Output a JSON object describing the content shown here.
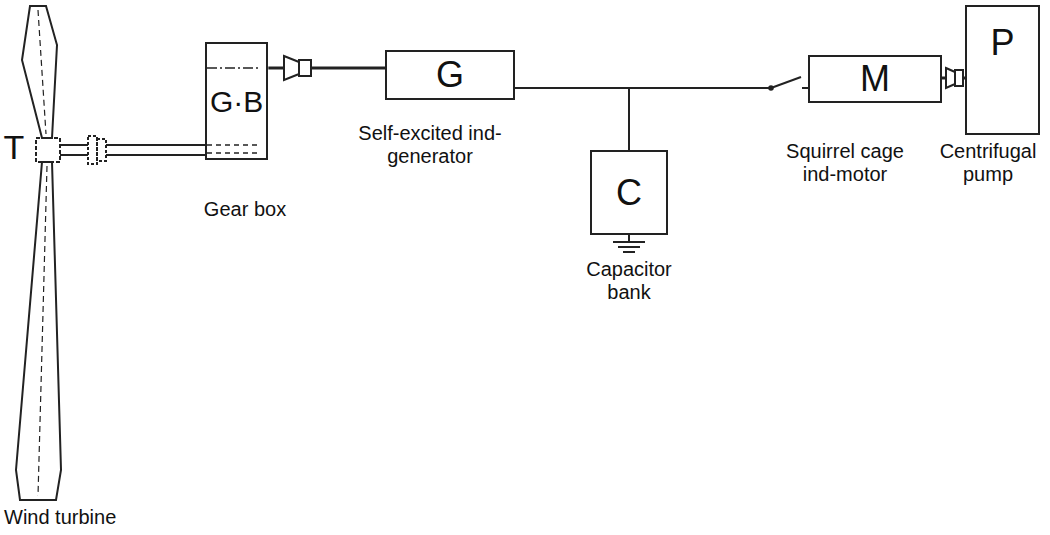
{
  "diagram": {
    "nodes": [
      {
        "text": [
          "G·B"
        ]
      },
      {
        "text": [
          "G"
        ]
      },
      {
        "text": [
          "C"
        ]
      },
      {
        "text": [
          "M"
        ]
      },
      {
        "text": [
          "P"
        ]
      }
    ],
    "edges": [
      {
        "from": 0,
        "to": 1,
        "arrow": "none"
      },
      {
        "from": 1,
        "to": 2,
        "arrow": "none"
      },
      {
        "from": 1,
        "to": 3,
        "arrow": "none"
      },
      {
        "from": 3,
        "to": 4,
        "arrow": "none"
      }
    ],
    "labels": [
      "T",
      "Wind turbine",
      "Gear box",
      "Self-excited ind-generator",
      "Capacitor bank",
      "Squirrel cage ind-motor",
      "Centrifugal pump"
    ]
  }
}
